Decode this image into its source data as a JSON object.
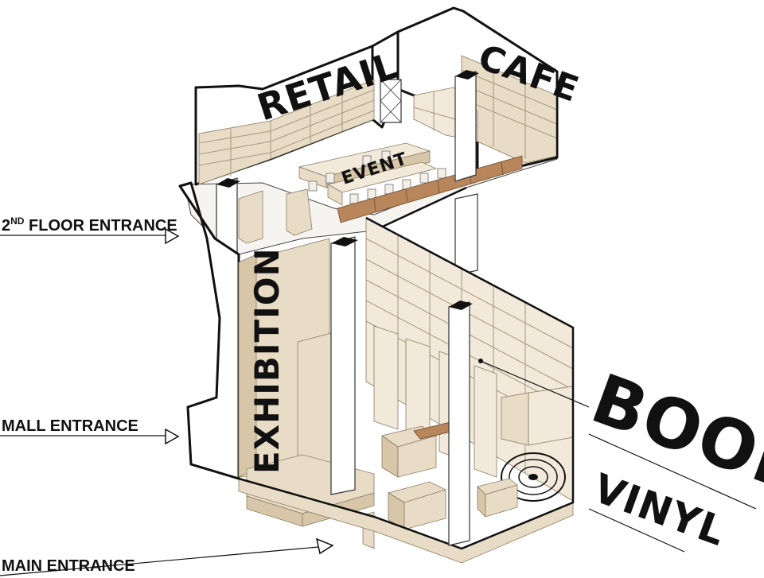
{
  "zones": {
    "retail": "RETAIL",
    "cafe": "CAFE",
    "event": "EVENT",
    "exhibition": "EXHIBITION",
    "books": "BOOKS",
    "vinyl": "VINYL"
  },
  "entrances": {
    "second_floor": {
      "prefix": "2",
      "superscript": "ND",
      "suffix": " FLOOR ENTRANCE"
    },
    "mall": "MALL ENTRANCE",
    "main": "MAIN ENTRANCE"
  }
}
